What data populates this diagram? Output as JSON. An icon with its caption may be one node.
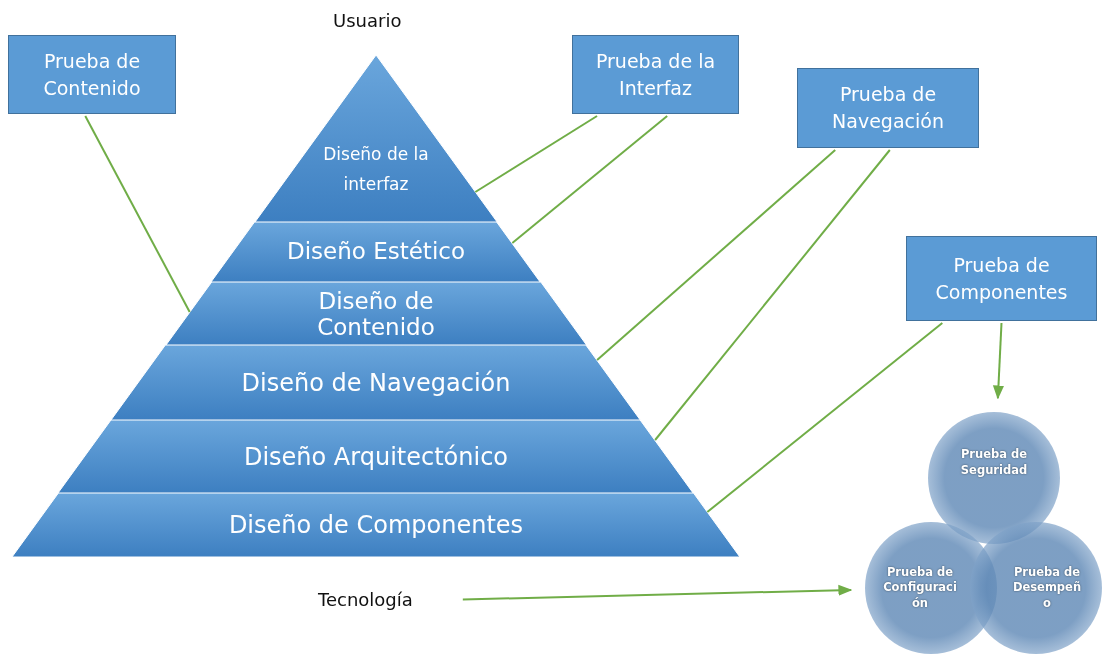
{
  "diagram": {
    "nodes": [
      {
        "text": [
          "Prueba de Contenido"
        ]
      },
      {
        "text": [
          "Prueba de la Interfaz"
        ]
      },
      {
        "text": [
          "Prueba de Navegación"
        ]
      },
      {
        "text": [
          "Prueba de Componentes"
        ]
      },
      {
        "text": [
          "Diseño de la interfaz"
        ]
      },
      {
        "text": [
          "Diseño Estético"
        ]
      },
      {
        "text": [
          "Diseño de Contenido"
        ]
      },
      {
        "text": [
          "Diseño de Navegación"
        ]
      },
      {
        "text": [
          "Diseño Arquitectónico"
        ]
      },
      {
        "text": [
          "Diseño de Componentes"
        ]
      },
      {
        "text": [
          "Tecnología"
        ]
      },
      {
        "text": [
          "Prueba de Seguridad"
        ]
      },
      {
        "text": [
          "Prueba de Configuración"
        ]
      },
      {
        "text": [
          "Prueba de Desempeño"
        ]
      }
    ],
    "edges": [
      {
        "from": 0,
        "to": 6,
        "arrow": "none"
      },
      {
        "from": 1,
        "to": 4,
        "arrow": "none"
      },
      {
        "from": 1,
        "to": 5,
        "arrow": "none"
      },
      {
        "from": 2,
        "to": 7,
        "arrow": "none"
      },
      {
        "from": 2,
        "to": 8,
        "arrow": "none"
      },
      {
        "from": 3,
        "to": 9,
        "arrow": "none"
      },
      {
        "from": 3,
        "to": 11,
        "arrow": "to"
      },
      {
        "from": 10,
        "to": 12,
        "arrow": "to"
      }
    ],
    "labels": [
      "Usuario"
    ]
  }
}
